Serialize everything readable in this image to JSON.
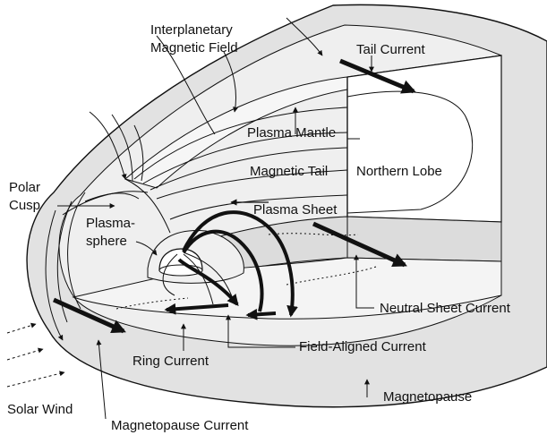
{
  "labels": {
    "imf_line1": "Interplanetary",
    "imf_line2": "Magnetic Field",
    "tail_current": "Tail Current",
    "plasma_mantle": "Plasma Mantle",
    "magnetic_tail": "Magnetic Tail",
    "northern_lobe": "Northern Lobe",
    "polar_cusp_line1": "Polar",
    "polar_cusp_line2": "Cusp",
    "plasmasphere_line1": "Plasma-",
    "plasmasphere_line2": "sphere",
    "plasma_sheet": "Plasma Sheet",
    "neutral_sheet_current": "Neutral Sheet Current",
    "field_aligned_current": "Field-Aligned Current",
    "ring_current": "Ring Current",
    "solar_wind": "Solar Wind",
    "magnetopause": "Magnetopause",
    "magnetopause_current": "Magnetopause Current"
  },
  "colors": {
    "outer_shell": "#e2e2e2",
    "inner_shell": "#efefef",
    "section_face": "#ffffff",
    "lines": "#111111"
  }
}
